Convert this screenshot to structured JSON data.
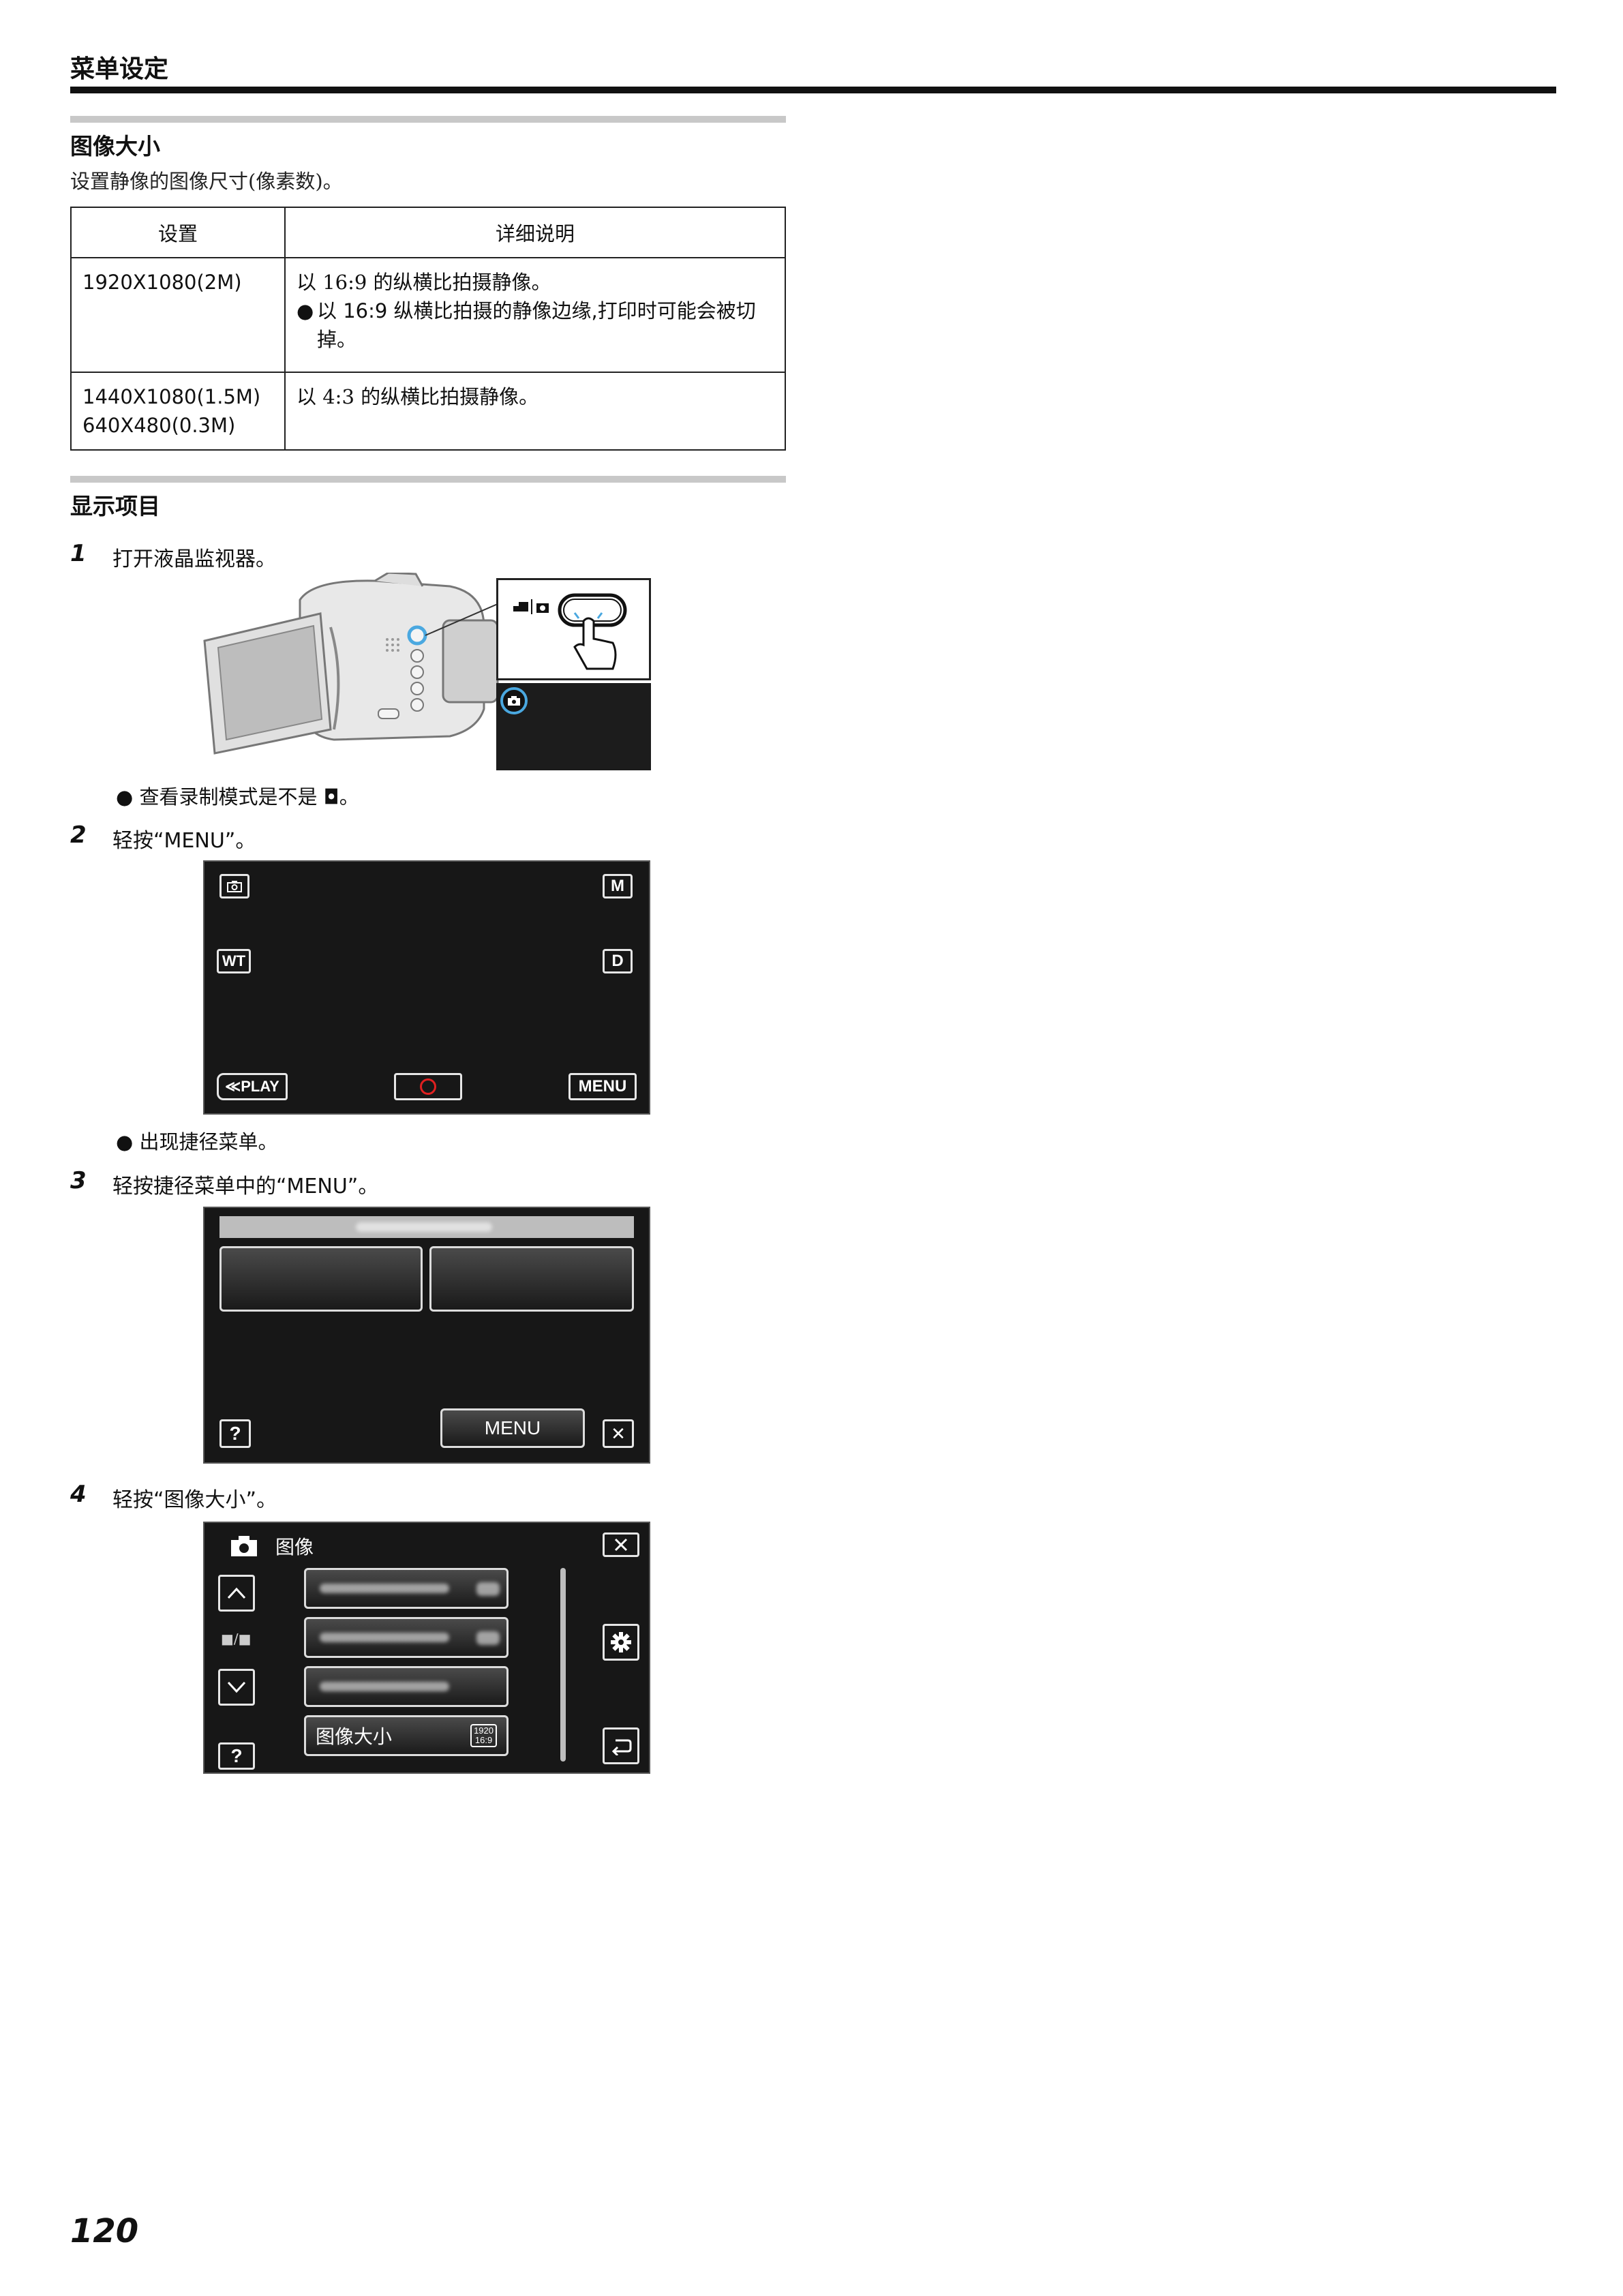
{
  "header": {
    "title": "菜单设定"
  },
  "section1": {
    "title": "图像大小",
    "desc": "设置静像的图像尺寸(像素数)。",
    "table": {
      "col_setting": "设置",
      "col_detail": "详细说明",
      "rows": [
        {
          "setting": "1920X1080(2M)",
          "detail": "以 16:9 的纵横比拍摄静像。",
          "note": "以 16:9 纵横比拍摄的静像边缘,打印时可能会被切掉。"
        },
        {
          "setting_line1": "1440X1080(1.5M)",
          "setting_line2": "640X480(0.3M)",
          "detail": "以 4:3 的纵横比拍摄静像。"
        }
      ]
    }
  },
  "section2": {
    "title": "显示项目",
    "steps": [
      {
        "num": "1",
        "text": "打开液晶监视器。",
        "note": "查看录制模式是不是 ◘。"
      },
      {
        "num": "2",
        "text": "轻按“MENU”。",
        "note": "出现捷径菜单。"
      },
      {
        "num": "3",
        "text": "轻按捷径菜单中的“MENU”。"
      },
      {
        "num": "4",
        "text": "轻按“图像大小”。"
      }
    ]
  },
  "screen2": {
    "m": "M",
    "wt": "WT",
    "d": "D",
    "play": "≪PLAY",
    "menu": "MENU"
  },
  "screen3": {
    "help": "?",
    "menu": "MENU",
    "close": "✕"
  },
  "screen4": {
    "title": "图像",
    "page": "■/■",
    "help": "?",
    "item4": "图像大小",
    "badge_top": "1920",
    "badge_bottom": "16:9",
    "icons": [
      "camera-icon",
      "close-icon",
      "up-arrow-icon",
      "down-arrow-icon",
      "gear-icon",
      "back-icon"
    ]
  },
  "footer": {
    "page_number": "120"
  },
  "colors": {
    "screen_bg": "#171717",
    "rec_red": "#e02020",
    "highlight_blue": "#4aa8e0"
  }
}
